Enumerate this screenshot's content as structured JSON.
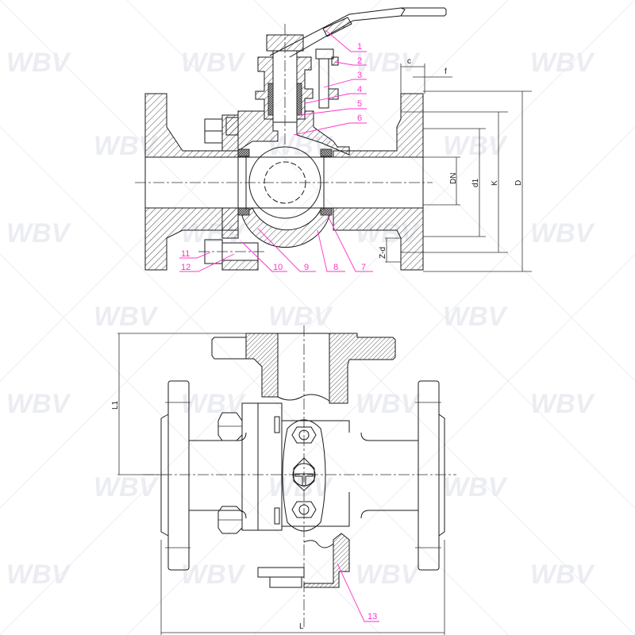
{
  "watermark": {
    "text": "WBV",
    "color": "#e6e8ee"
  },
  "colors": {
    "line": "#1a1a1a",
    "leader": "#ff33cc",
    "background": "#ffffff"
  },
  "section_view": {
    "part_numbers": [
      "1",
      "2",
      "3",
      "4",
      "5",
      "6",
      "7",
      "8",
      "9",
      "10",
      "11",
      "12"
    ],
    "dimensions": {
      "c": "c",
      "f": "f",
      "DN": "DN",
      "d1": "d1",
      "K": "K",
      "D": "D",
      "Z_d": "Z-d"
    }
  },
  "top_view": {
    "part_numbers": [
      "13"
    ],
    "dimensions": {
      "L1": "L1",
      "L": "L"
    }
  }
}
